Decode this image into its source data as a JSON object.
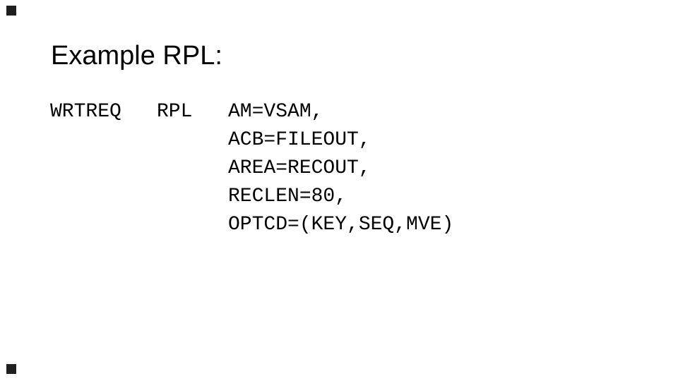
{
  "slide": {
    "title": "Example RPL:",
    "code": {
      "label": "WRTREQ",
      "operation": "RPL",
      "operands": [
        "AM=VSAM,",
        "ACB=FILEOUT,",
        "AREA=RECOUT,",
        "RECLEN=80,",
        "OPTCD=(KEY,SEQ,MVE)"
      ]
    },
    "colors": {
      "background": "#ffffff",
      "text": "#000000",
      "corner_marker": "#1f1f1f"
    }
  }
}
